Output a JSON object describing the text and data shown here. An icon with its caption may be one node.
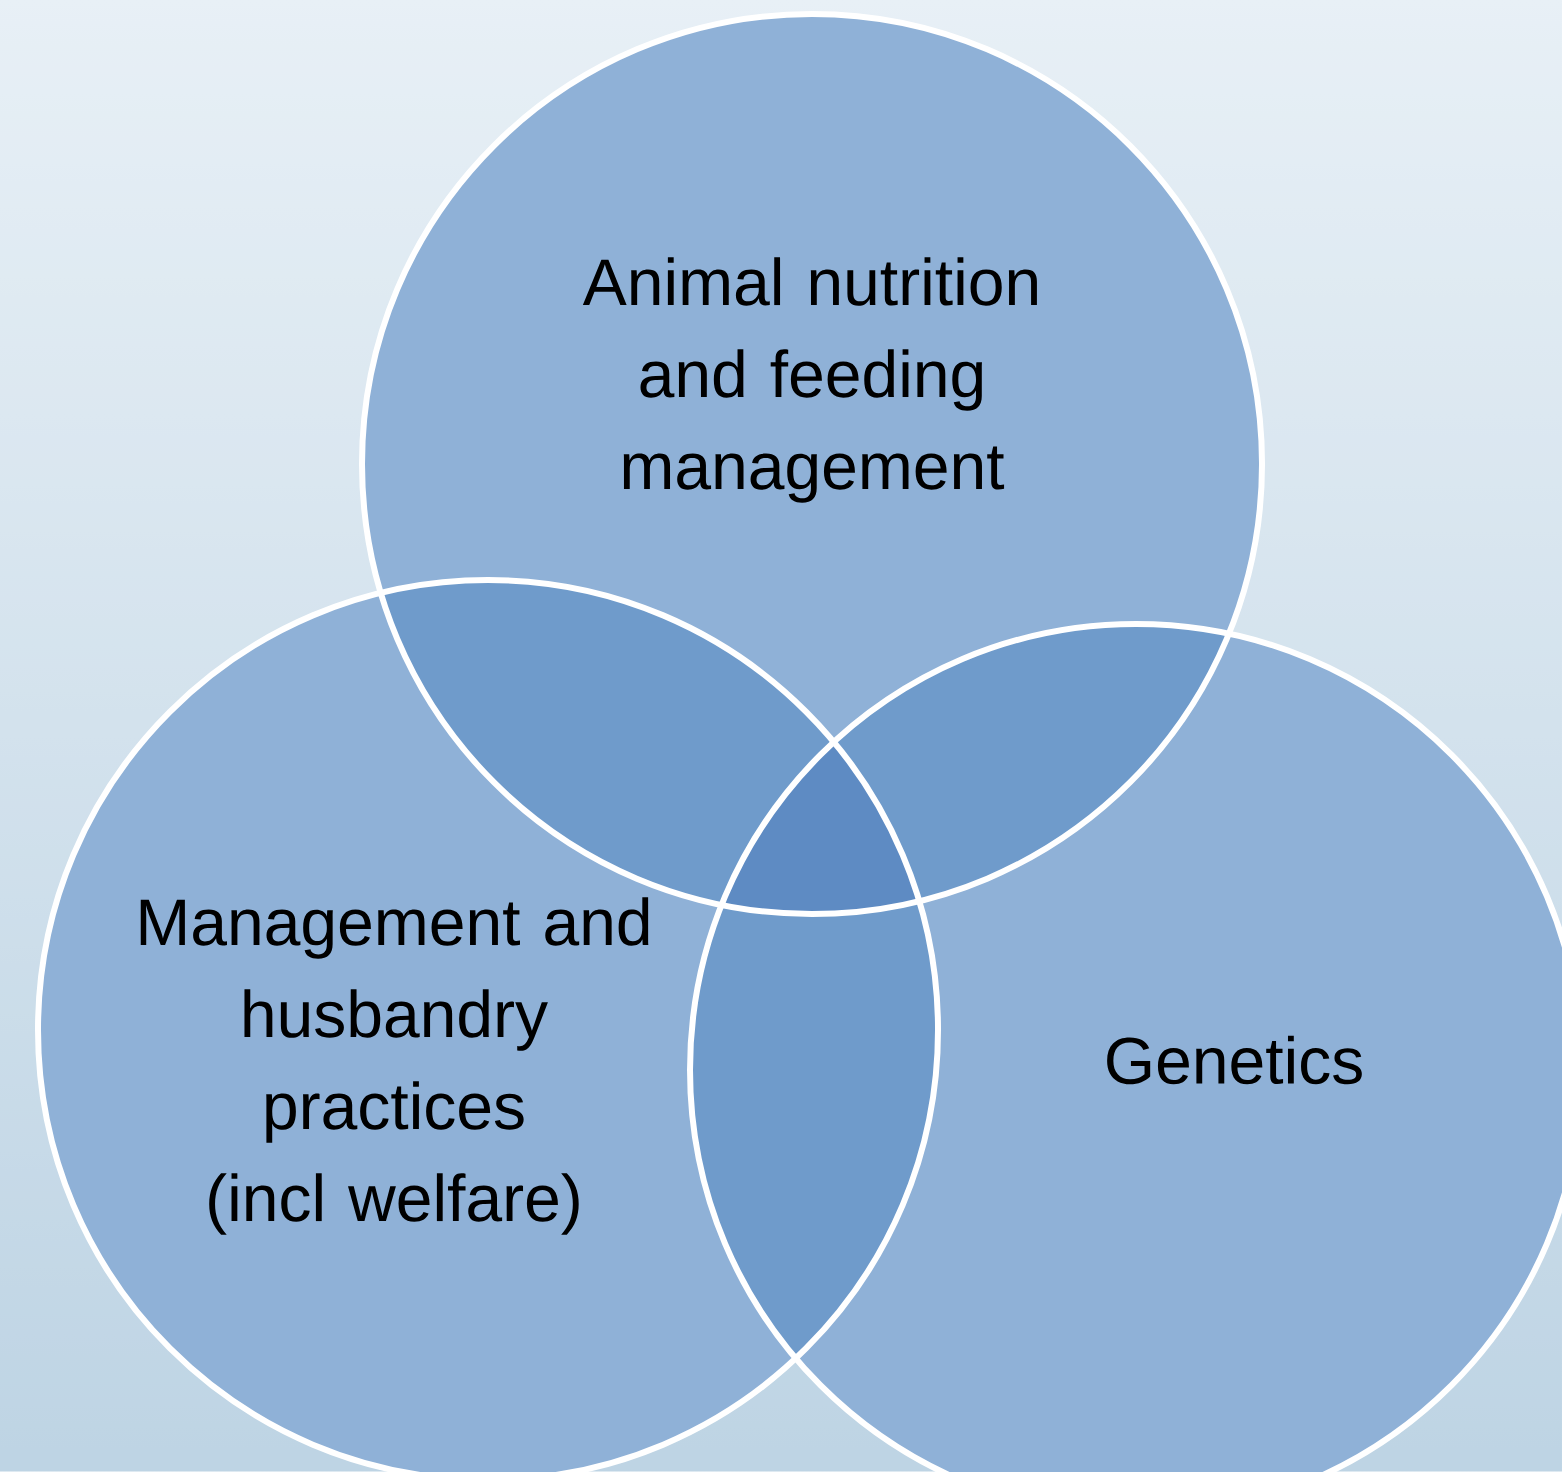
{
  "diagram": {
    "nodes": [
      {
        "text": [
          "Animal nutrition and feeding management"
        ]
      },
      {
        "text": [
          "Management and husbandry practices (incl welfare)"
        ]
      },
      {
        "text": [
          "Genetics"
        ]
      }
    ]
  }
}
